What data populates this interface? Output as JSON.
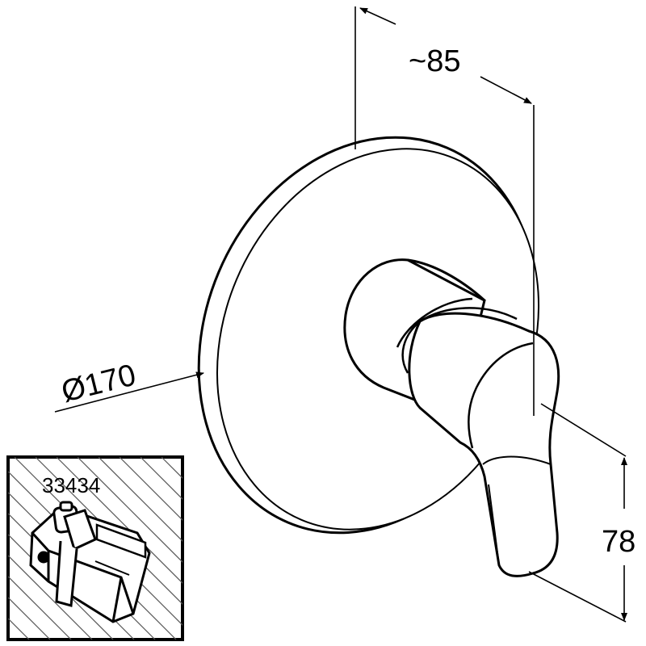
{
  "dimensions": {
    "depth_label": "~85",
    "diameter_label": "Ø170",
    "height_label": "78"
  },
  "inset": {
    "part_number": "33434"
  },
  "colors": {
    "stroke": "#000000",
    "background": "#ffffff",
    "hatch": "#555555"
  }
}
